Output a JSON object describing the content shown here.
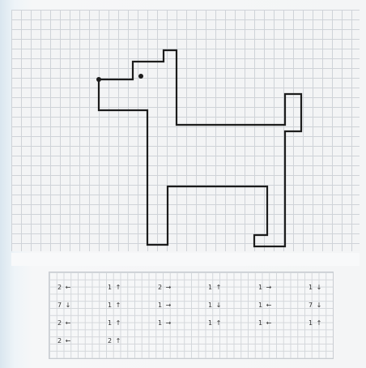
{
  "picture": {
    "name": "dog",
    "line_color": "#1c1c1c",
    "grid_color": "#cfd3d8",
    "background_color": "#f3f4f5"
  },
  "instructions": {
    "rows": [
      [
        "2 ←",
        "1 ↑",
        "2 →",
        "1 ↑",
        "1 →",
        "1 ↓"
      ],
      [
        "7 ↓",
        "1 ↑",
        "1 →",
        "1 ↓",
        "1 ←",
        "7 ↓"
      ],
      [
        "2 ←",
        "1 ↑",
        "1 →",
        "1 ↑",
        "1 ←",
        "1 ↑"
      ],
      [
        "2 ←",
        "2 ↑",
        "",
        "",
        "",
        ""
      ]
    ]
  }
}
